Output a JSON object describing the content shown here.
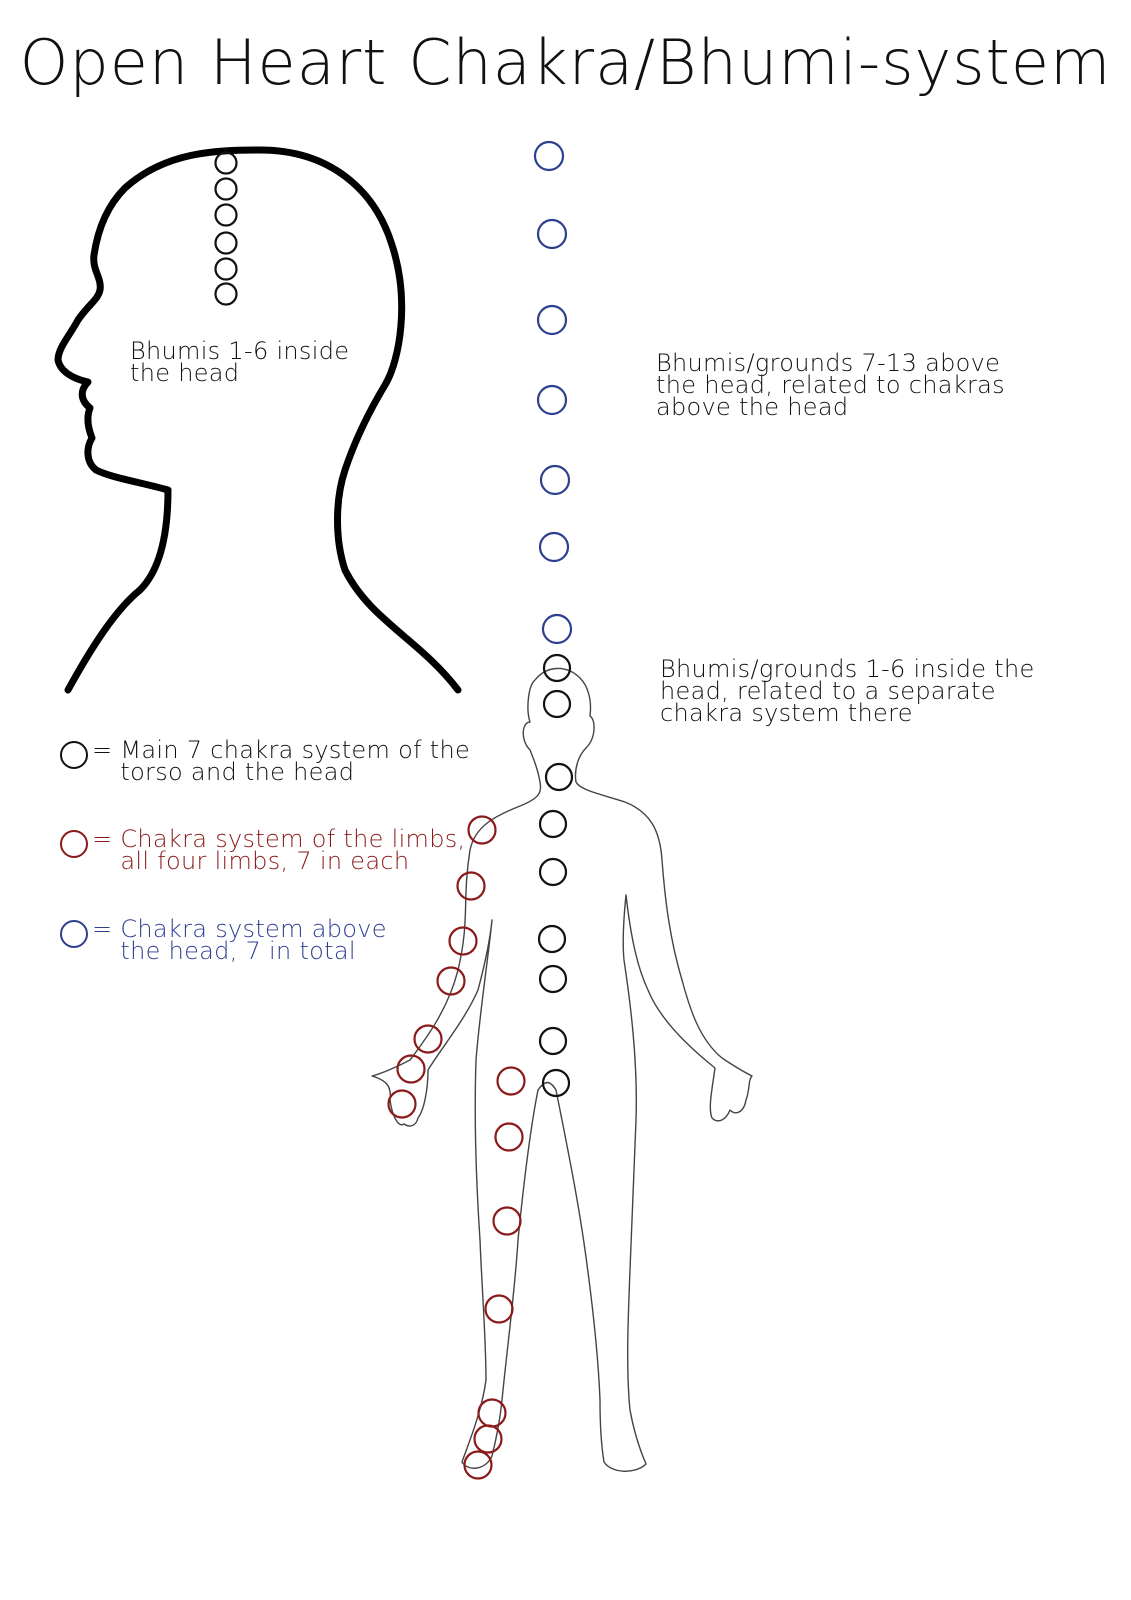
{
  "title": "Open Heart Chakra/Bhumi-system",
  "colors": {
    "main": "#111111",
    "limbs": "#8b1a1a",
    "above": "#2d3f8f",
    "outline": "#333333"
  },
  "labels": {
    "head_inside": "Bhumis 1-6 inside\nthe head",
    "above_head": "Bhumis/grounds 7-13 above\nthe head, related to chakras\nabove the head",
    "body_head": "Bhumis/grounds 1-6 inside the\nhead, related to a separate\nchakra system there"
  },
  "legend": [
    {
      "symbol": "=",
      "text": "Main 7 chakra system of the\ntorso and the head",
      "color_key": "main"
    },
    {
      "symbol": "=",
      "text": "Chakra system of the limbs,\nall four limbs, 7 in each",
      "color_key": "limbs"
    },
    {
      "symbol": "=",
      "text": "Chakra system above\nthe head, 7 in total",
      "color_key": "above"
    }
  ]
}
